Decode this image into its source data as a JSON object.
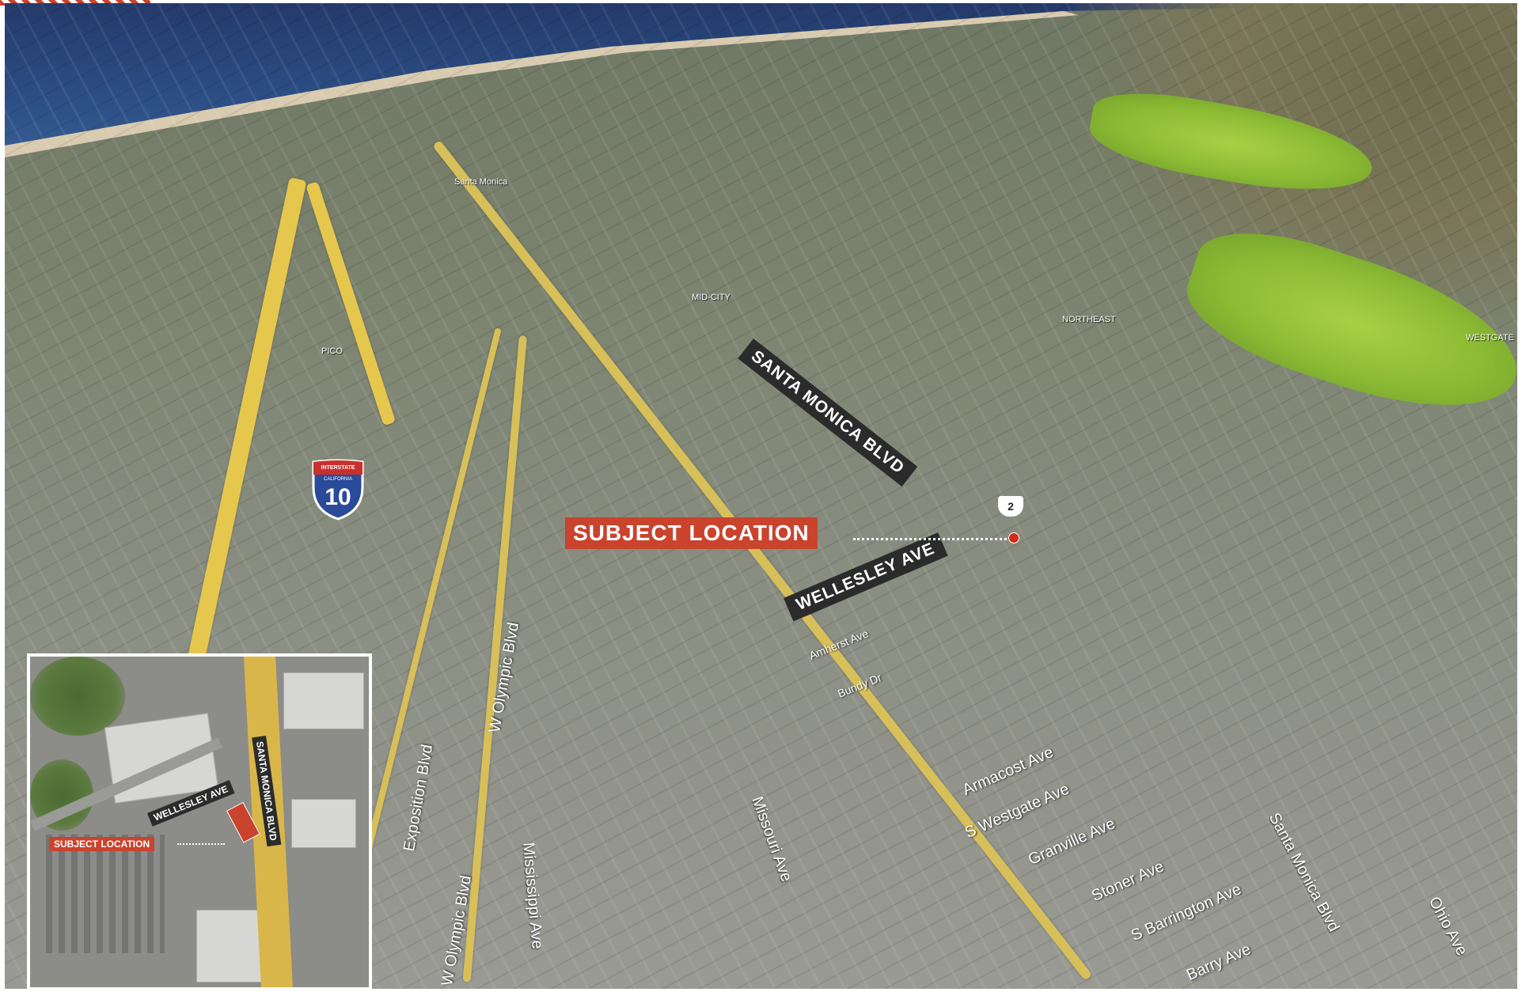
{
  "map": {
    "main_labels": {
      "subject": "SUBJECT LOCATION",
      "santa_monica_blvd": "SANTA MONICA BLVD",
      "wellesley_ave": "WELLESLEY AVE"
    },
    "neighborhoods": {
      "santa_monica": "Santa Monica",
      "mid_city": "MID-CITY",
      "northeast": "NORTHEAST",
      "westgate": "WESTGATE",
      "pico": "PICO"
    },
    "shield": {
      "top": "INTERSTATE",
      "state": "CALIFORNIA",
      "number": "10"
    },
    "route_shield": "2",
    "streets": {
      "armacost": "Armacost Ave",
      "s_westgate": "S Westgate Ave",
      "granville": "Granville Ave",
      "stoner": "Stoner Ave",
      "s_barrington": "S Barrington Ave",
      "barry": "Barry Ave",
      "missouri": "Missouri Ave",
      "mississippi": "Mississippi Ave",
      "w_olympic_1": "W Olympic Blvd",
      "w_olympic_2": "W Olympic Blvd",
      "exposition": "Exposition Blvd",
      "santa_monica_lower": "Santa Monica Blvd",
      "ohio": "Ohio Ave",
      "bundy": "Bundy Dr",
      "amherst": "Amherst Ave"
    },
    "inset": {
      "subject": "SUBJECT LOCATION",
      "wellesley": "WELLESLEY AVE",
      "santa_monica": "SANTA MONICA BLVD"
    },
    "colors": {
      "accent_red": "#c9432d",
      "label_dark": "#2b2b2b",
      "freeway_yellow": "#e6c74e",
      "golf_green": "#8cbb34",
      "ocean_blue": "#2c4f86"
    }
  }
}
